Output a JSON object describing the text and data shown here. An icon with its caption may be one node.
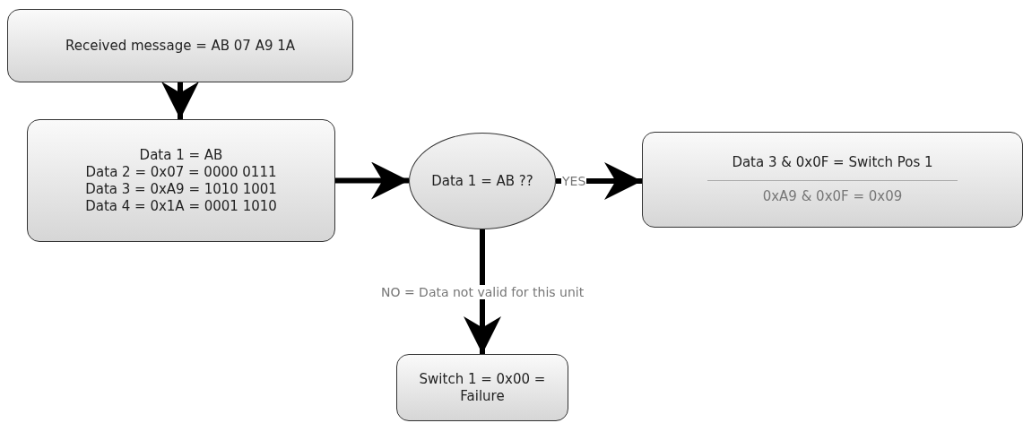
{
  "diagram": {
    "nodes": [
      {
        "text": [
          "Received message = AB 07 A9 1A"
        ]
      },
      {
        "text": [
          "Data 1 = AB",
          "Data 2 = 0x07 = 0000 0111",
          "Data 3 = 0xA9 = 1010 1001",
          "Data 4 = 0x1A = 0001 1010"
        ]
      },
      {
        "text": [
          "Data 1 = AB ??"
        ]
      },
      {
        "text": [
          "Data 3 & 0x0F = Switch Pos 1",
          "0xA9 & 0x0F = 0x09"
        ]
      },
      {
        "text": [
          "Switch 1 = 0x00 = Failure"
        ]
      }
    ],
    "edges": [
      {
        "from": 0,
        "to": 1,
        "arrow": "to"
      },
      {
        "from": 1,
        "to": 2,
        "arrow": "to"
      },
      {
        "from": 2,
        "to": 3,
        "arrow": "to",
        "label": "YES"
      },
      {
        "from": 2,
        "to": 4,
        "arrow": "to",
        "label": "NO = Data not valid for this unit"
      }
    ]
  }
}
